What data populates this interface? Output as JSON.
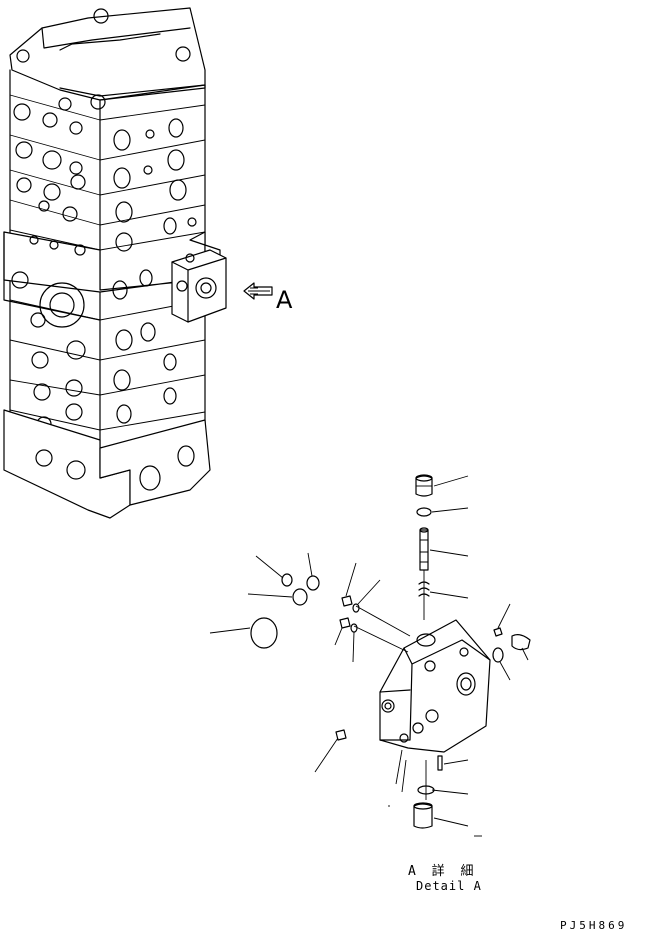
{
  "view_arrow_label": "A",
  "detail_title_jp": "A 詳 細",
  "detail_title_en": "Detail A",
  "drawing_code": "PJ5H869"
}
